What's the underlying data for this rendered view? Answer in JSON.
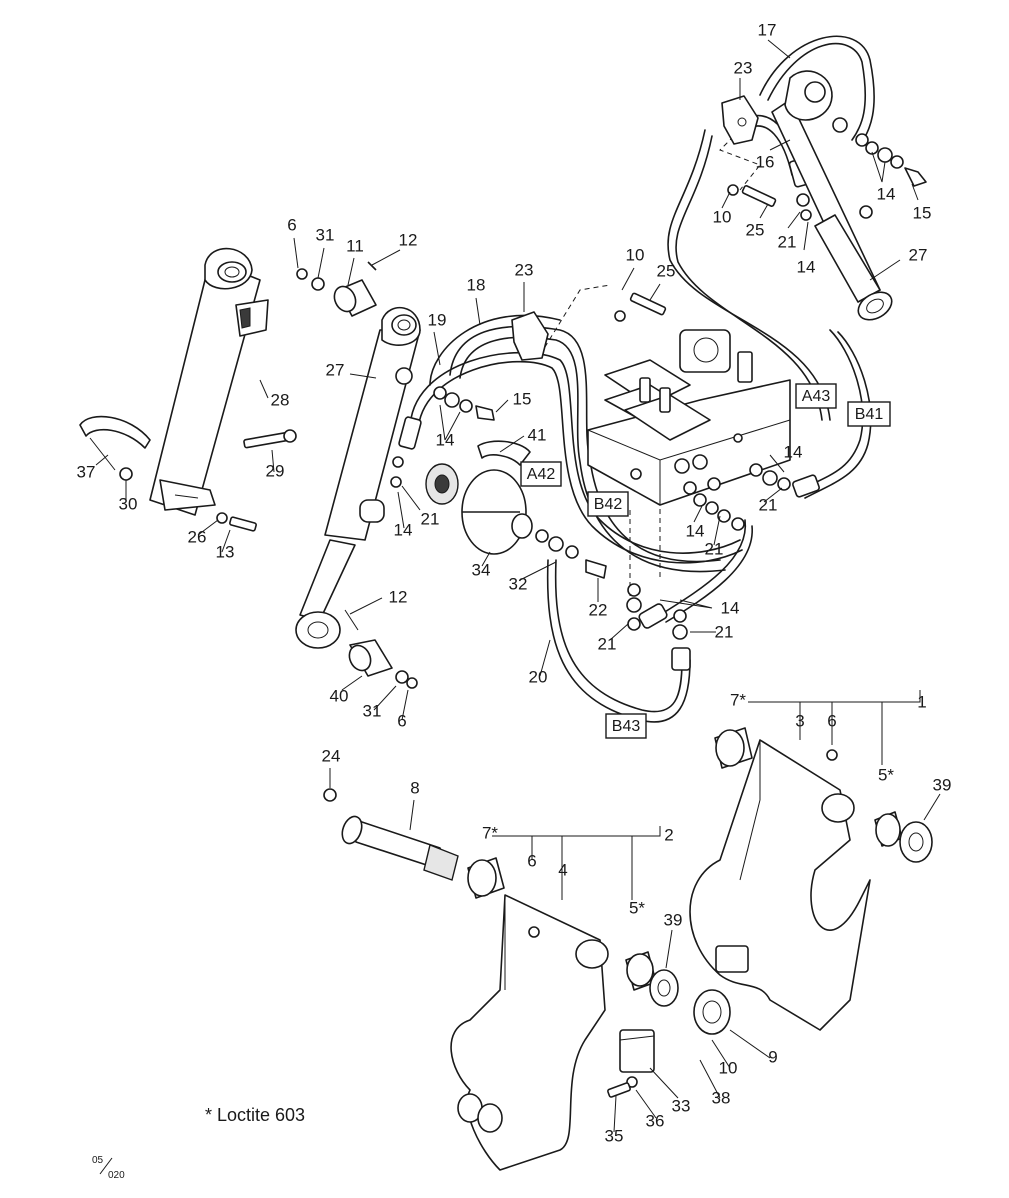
{
  "callouts": {
    "c17": "17",
    "c23a": "23",
    "c16": "16",
    "c10a": "10",
    "c25a": "25",
    "c21a": "21",
    "c14a": "14",
    "c14b": "14",
    "c15a": "15",
    "c27a": "27",
    "c6a": "6",
    "c31a": "31",
    "c11": "11",
    "c12a": "12",
    "c18": "18",
    "c23b": "23",
    "c10b": "10",
    "c25b": "25",
    "c19": "19",
    "c27b": "27",
    "c28": "28",
    "c15b": "15",
    "c14c": "14",
    "c41": "41",
    "c37": "37",
    "c29": "29",
    "c30": "30",
    "c21b": "21",
    "c14d": "14",
    "c14e": "14",
    "c21c": "21",
    "c26": "26",
    "c13": "13",
    "c21d": "21",
    "c34": "34",
    "c32": "32",
    "c22": "22",
    "c12b": "12",
    "c14f": "14",
    "c21e": "21",
    "c21f": "21",
    "c20": "20",
    "c40": "40",
    "c31b": "31",
    "c6b": "6",
    "c7a": "7*",
    "c3": "3",
    "c6c": "6",
    "c1": "1",
    "c5a": "5*",
    "c39a": "39",
    "c24": "24",
    "c8": "8",
    "c7b": "7*",
    "c2": "2",
    "c6d": "6",
    "c4": "4",
    "c5b": "5*",
    "c39b": "39",
    "c9": "9",
    "c10c": "10",
    "c33": "33",
    "c38": "38",
    "c36": "36",
    "c35": "35"
  },
  "ports": {
    "A43": "A43",
    "B41": "B41",
    "A42": "A42",
    "B42": "B42",
    "B43": "B43"
  },
  "note": "* Loctite 603",
  "page_code": {
    "top": "05",
    "bottom": "020"
  }
}
